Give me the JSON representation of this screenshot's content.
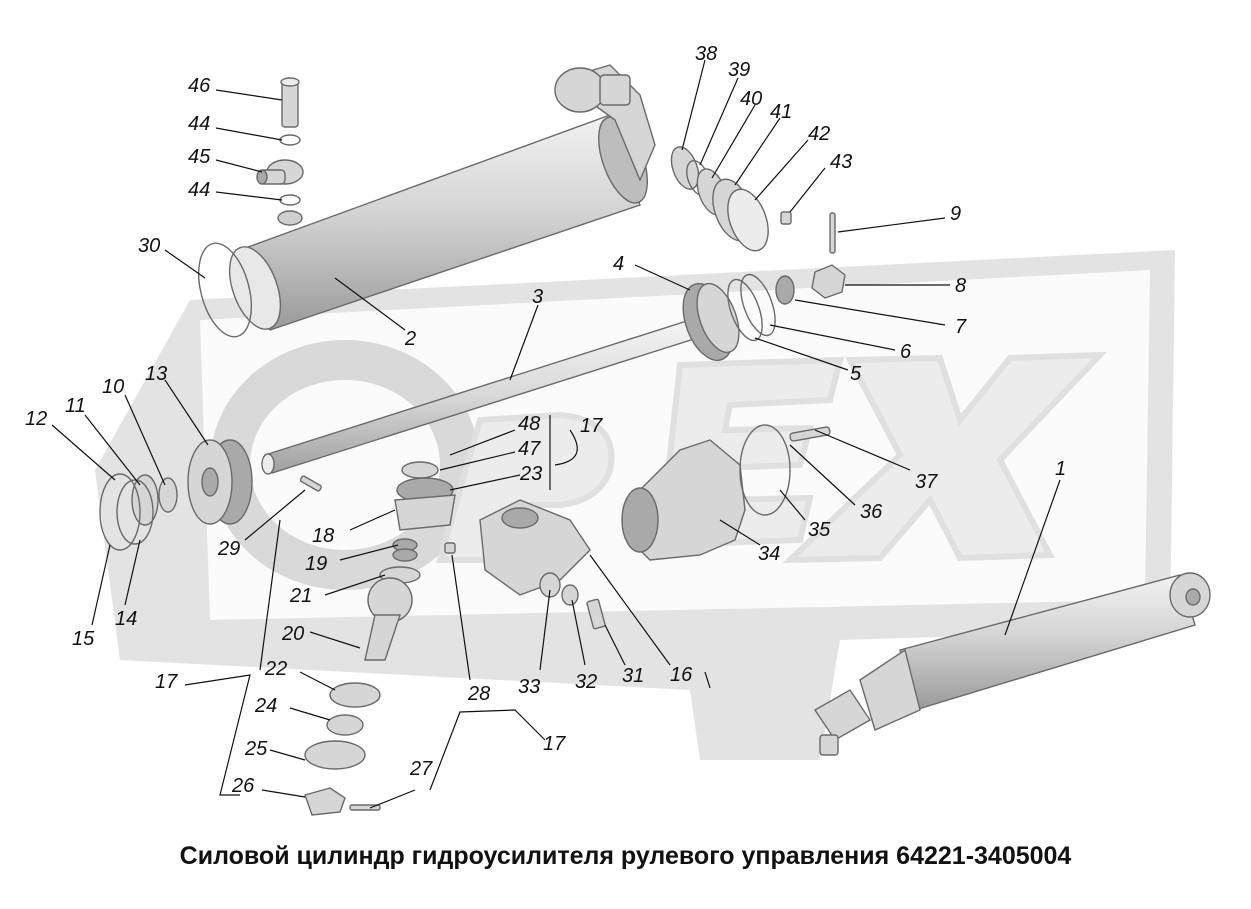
{
  "caption": "Силовой цилиндр гидроусилителя рулевого управления 64221-3405004",
  "watermark": {
    "text": "OREX",
    "color": "#cfcfcf"
  },
  "colors": {
    "metal": "#d6d6d6",
    "metal_dark": "#a9a9a9",
    "outline": "#6a6a6a",
    "ink": "#111111"
  },
  "callouts": [
    {
      "id": "46",
      "label": "46"
    },
    {
      "id": "44a",
      "label": "44"
    },
    {
      "id": "45",
      "label": "45"
    },
    {
      "id": "44b",
      "label": "44"
    },
    {
      "id": "30",
      "label": "30"
    },
    {
      "id": "2",
      "label": "2"
    },
    {
      "id": "38",
      "label": "38"
    },
    {
      "id": "39",
      "label": "39"
    },
    {
      "id": "40",
      "label": "40"
    },
    {
      "id": "41",
      "label": "41"
    },
    {
      "id": "42",
      "label": "42"
    },
    {
      "id": "43",
      "label": "43"
    },
    {
      "id": "9",
      "label": "9"
    },
    {
      "id": "4",
      "label": "4"
    },
    {
      "id": "8",
      "label": "8"
    },
    {
      "id": "3",
      "label": "3"
    },
    {
      "id": "7",
      "label": "7"
    },
    {
      "id": "6",
      "label": "6"
    },
    {
      "id": "5",
      "label": "5"
    },
    {
      "id": "13",
      "label": "13"
    },
    {
      "id": "10",
      "label": "10"
    },
    {
      "id": "11",
      "label": "11"
    },
    {
      "id": "12",
      "label": "12"
    },
    {
      "id": "48",
      "label": "48"
    },
    {
      "id": "17a",
      "label": "17"
    },
    {
      "id": "47",
      "label": "47"
    },
    {
      "id": "23",
      "label": "23"
    },
    {
      "id": "37",
      "label": "37"
    },
    {
      "id": "36",
      "label": "36"
    },
    {
      "id": "35",
      "label": "35"
    },
    {
      "id": "34",
      "label": "34"
    },
    {
      "id": "1",
      "label": "1"
    },
    {
      "id": "29",
      "label": "29"
    },
    {
      "id": "18",
      "label": "18"
    },
    {
      "id": "19",
      "label": "19"
    },
    {
      "id": "21",
      "label": "21"
    },
    {
      "id": "15",
      "label": "15"
    },
    {
      "id": "14",
      "label": "14"
    },
    {
      "id": "20",
      "label": "20"
    },
    {
      "id": "17b",
      "label": "17"
    },
    {
      "id": "22",
      "label": "22"
    },
    {
      "id": "28",
      "label": "28"
    },
    {
      "id": "33",
      "label": "33"
    },
    {
      "id": "32",
      "label": "32"
    },
    {
      "id": "31",
      "label": "31"
    },
    {
      "id": "16",
      "label": "16"
    },
    {
      "id": "24",
      "label": "24"
    },
    {
      "id": "17c",
      "label": "17"
    },
    {
      "id": "25",
      "label": "25"
    },
    {
      "id": "27",
      "label": "27"
    },
    {
      "id": "26",
      "label": "26"
    }
  ]
}
